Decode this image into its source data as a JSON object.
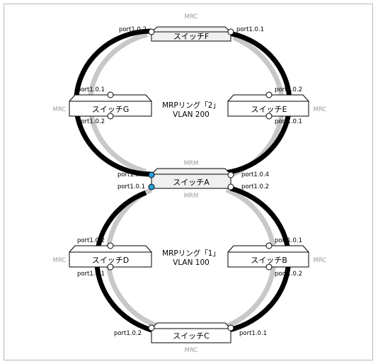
{
  "colors": {
    "primary_path": "#000000",
    "secondary_path": "#c8c8c8",
    "blocked_port": "#29a3dc",
    "port_normal": "#ffffff",
    "role_text": "#9a9a9a"
  },
  "rings": [
    {
      "name": "MRPリング「2」",
      "vlan": "VLAN 200"
    },
    {
      "name": "MRPリング「1」",
      "vlan": "VLAN 100"
    }
  ],
  "switches": {
    "A": {
      "label": "スイッチA",
      "role_top": "MRM",
      "role_bottom": "MRM",
      "ports": {
        "left_top": "port1.0.3",
        "left_bottom": "port1.0.1",
        "right_top": "port1.0.4",
        "right_bottom": "port1.0.2"
      }
    },
    "B": {
      "label": "スイッチB",
      "role": "MRC",
      "ports": {
        "top": "port1.0.1",
        "bottom": "port1.0.2"
      }
    },
    "C": {
      "label": "スイッチC",
      "role": "MRC",
      "ports": {
        "left": "port1.0.2",
        "right": "port1.0.1"
      }
    },
    "D": {
      "label": "スイッチD",
      "role": "MRC",
      "ports": {
        "top": "port1.0.2",
        "bottom": "port1.0.1"
      }
    },
    "E": {
      "label": "スイッチE",
      "role": "MRC",
      "ports": {
        "top": "port1.0.2",
        "bottom": "port1.0.1"
      }
    },
    "F": {
      "label": "スイッチF",
      "role": "MRC",
      "ports": {
        "left": "port1.0.2",
        "right": "port1.0.1"
      }
    },
    "G": {
      "label": "スイッチG",
      "role": "MRC",
      "ports": {
        "top": "port1.0.1",
        "bottom": "port1.0.2"
      }
    }
  }
}
